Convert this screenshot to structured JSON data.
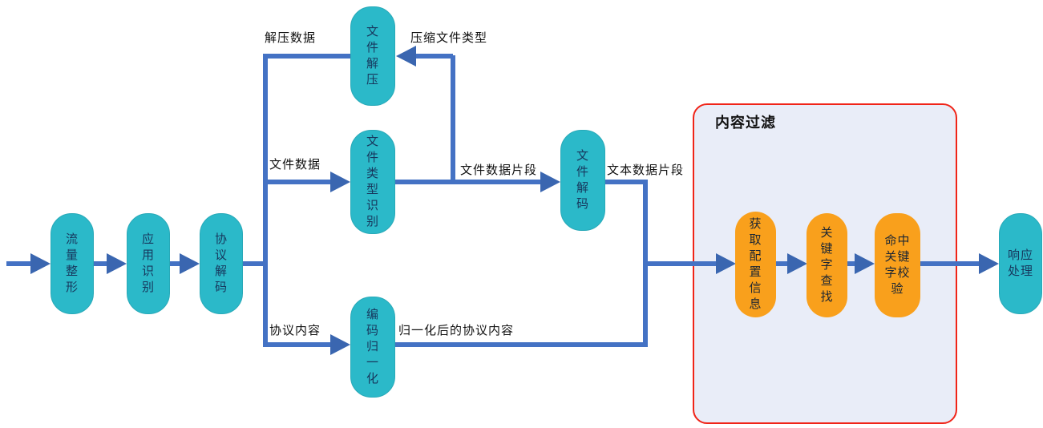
{
  "group": {
    "content_filter": "内容过滤"
  },
  "nodes": {
    "traffic_shaping": {
      "text": "流量整形",
      "display": "流\n量\n整\n形"
    },
    "app_identification": {
      "text": "应用识别",
      "display": "应\n用\n识\n别"
    },
    "protocol_decode": {
      "text": "协议解码",
      "display": "协\n议\n解\n码"
    },
    "file_decompress": {
      "text": "文件解压",
      "display": "文\n件\n解\n压"
    },
    "file_type_identify": {
      "text": "文件类型识别",
      "display": "文\n件\n类\n型\n识\n别"
    },
    "file_decode": {
      "text": "文件解码",
      "display": "文\n件\n解\n码"
    },
    "encoding_normalize": {
      "text": "编码归一化",
      "display": "编\n码\n归\n一\n化"
    },
    "get_config": {
      "text": "获取配置信息",
      "display": "获\n取\n配\n置\n信\n息"
    },
    "keyword_search": {
      "text": "关键字查找",
      "display": "关\n键\n字\n查\n找"
    },
    "hit_keyword_verify": {
      "text": "命中关键字校验",
      "display": "命中\n关键\n字校\n验"
    },
    "response_handling": {
      "text": "响应处理",
      "display": "响应\n处理"
    }
  },
  "edge_labels": {
    "decompressed_data": "解压数据",
    "compressed_file_type": "压缩文件类型",
    "file_data": "文件数据",
    "file_data_fragment": "文件数据片段",
    "text_data_fragment": "文本数据片段",
    "protocol_content": "协议内容",
    "normalized_protocol_content": "归一化后的协议内容"
  },
  "colors": {
    "process_fill": "#2BB9C9",
    "filter_step_fill": "#F9A01C",
    "connector": "#4472C4",
    "arrowhead": "#3A66B0",
    "group_fill": "#E9EDF8",
    "group_border": "#F02418",
    "node_text": "#17375D",
    "label_text": "#111111"
  }
}
